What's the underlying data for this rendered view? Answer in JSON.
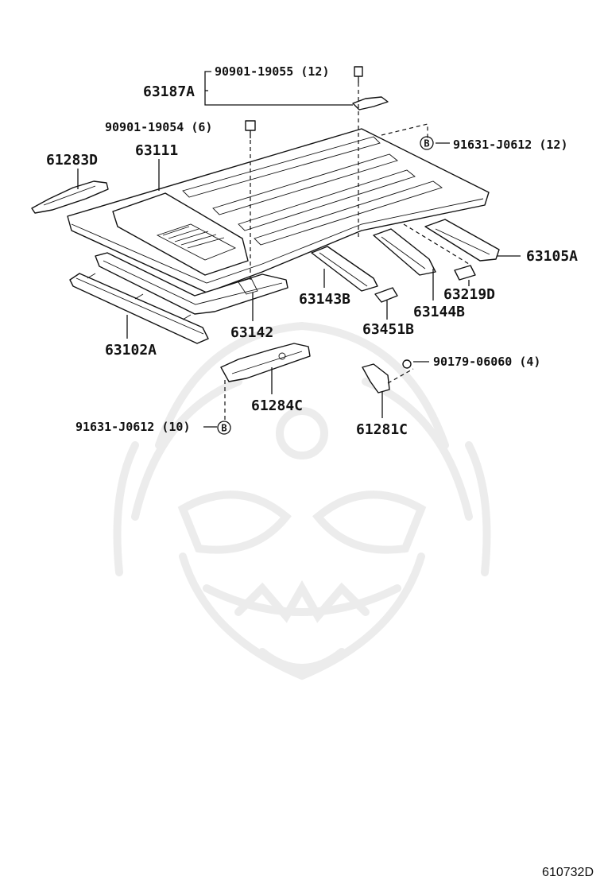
{
  "callouts": {
    "p63187A": "63187A",
    "bolt12": "90901-19055 (12)",
    "bolt6": "90901-19054 (6)",
    "p63111": "63111",
    "p61283D": "61283D",
    "clipB12": "91631-J0612 (12)",
    "p63105A": "63105A",
    "p63219D": "63219D",
    "p63143B": "63143B",
    "p63144B": "63144B",
    "p63142": "63142",
    "p63451B": "63451B",
    "p63102A": "63102A",
    "nut4": "90179-06060 (4)",
    "p61284C": "61284C",
    "p61281C": "61281C",
    "clipB10": "91631-J0612 (10)"
  },
  "markers": {
    "b_top": "B",
    "b_bottom": "B"
  },
  "figure_code": "610732D"
}
